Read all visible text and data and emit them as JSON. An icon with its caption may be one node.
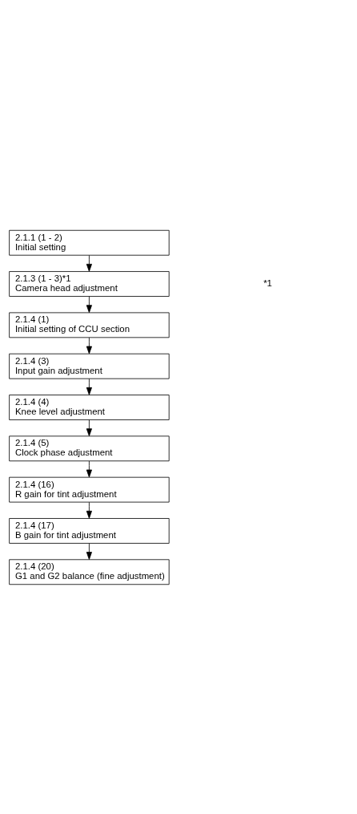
{
  "diagram": {
    "nodes": [
      {
        "text": [
          "2.1.1 (1 - 2)",
          "Initial setting"
        ]
      },
      {
        "text": [
          "2.1.3 (1 - 3)*1",
          "Camera head adjustment"
        ]
      },
      {
        "text": [
          "2.1.4 (1)",
          "Initial setting of CCU section"
        ]
      },
      {
        "text": [
          "2.1.4 (3)",
          "Input gain adjustment"
        ]
      },
      {
        "text": [
          "2.1.4 (4)",
          "Knee level adjustment"
        ]
      },
      {
        "text": [
          "2.1.4 (5)",
          "Clock phase adjustment"
        ]
      },
      {
        "text": [
          "2.1.4 (16)",
          "R gain for tint adjustment"
        ]
      },
      {
        "text": [
          "2.1.4 (17)",
          "B gain for tint adjustment"
        ]
      },
      {
        "text": [
          "2.1.4 (20)",
          "G1 and G2 balance (fine adjustment)"
        ]
      }
    ],
    "edges": [
      {
        "from": 0,
        "to": 1,
        "arrow": "to"
      },
      {
        "from": 1,
        "to": 2,
        "arrow": "to"
      },
      {
        "from": 2,
        "to": 3,
        "arrow": "to"
      },
      {
        "from": 3,
        "to": 4,
        "arrow": "to"
      },
      {
        "from": 4,
        "to": 5,
        "arrow": "to"
      },
      {
        "from": 5,
        "to": 6,
        "arrow": "to"
      },
      {
        "from": 6,
        "to": 7,
        "arrow": "to"
      },
      {
        "from": 7,
        "to": 8,
        "arrow": "to"
      }
    ],
    "labels": [
      "*1"
    ]
  }
}
